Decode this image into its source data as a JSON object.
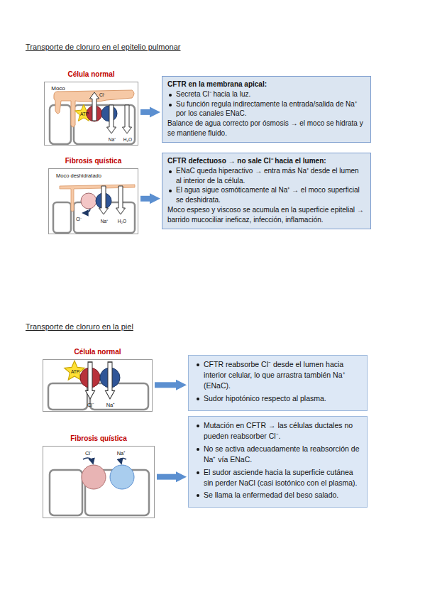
{
  "diagram": {
    "nodes": [
      {
        "text": [
          "Célula normal",
          "Moco",
          "ATP",
          "Cl⁻",
          "Na⁺",
          "H₂O"
        ]
      },
      {
        "text": [
          "CFTR en la membrana apical:",
          "Secreta Cl⁻ hacia la luz.",
          "Su función regula indirectamente la entrada/salida de Na⁺ por los canales ENaC.",
          "Balance de agua correcto por ósmosis → el moco se hidrata y se mantiene fluido."
        ]
      },
      {
        "text": [
          "Fibrosis quística",
          "Moco deshidratado",
          "Cl⁻",
          "Na⁺",
          "H₂O"
        ]
      },
      {
        "text": [
          "CFTR defectuoso → no sale Cl⁻ hacia el lumen:",
          "ENaC queda hiperactivo → entra más Na⁺ desde el lumen al interior de la célula.",
          "El agua sigue osmóticamente al Na⁺ → el moco superficial se deshidrata.",
          "Moco espeso y viscoso se acumula en la superficie epitelial → barrido mucociliar ineficaz, infección, inflamación."
        ]
      },
      {
        "text": [
          "Célula normal",
          "ATP",
          "Cl⁻",
          "Na⁺"
        ]
      },
      {
        "text": [
          "CFTR reabsorbe Cl⁻ desde el lumen hacia interior celular, lo que arrastra también Na⁺ (ENaC).",
          "Sudor hipotónico respecto al plasma."
        ]
      },
      {
        "text": [
          "Fibrosis quística",
          "Cl⁻",
          "Na⁺"
        ]
      },
      {
        "text": [
          "Mutación en CFTR → las células ductales no pueden reabsorber Cl⁻.",
          "No se activa adecuadamente la reabsorción de Na⁺ vía ENaC.",
          "El sudor asciende hacia la superficie cutánea sin perder NaCl (casi isotónico con el plasma).",
          "Se llama la enfermedad del beso salado."
        ]
      }
    ],
    "edges": [
      {
        "from": 0,
        "to": 1,
        "arrow": "to"
      },
      {
        "from": 2,
        "to": 3,
        "arrow": "to"
      },
      {
        "from": 4,
        "to": 5,
        "arrow": "to"
      },
      {
        "from": 6,
        "to": 7,
        "arrow": "to"
      }
    ],
    "labels": [
      "Transporte de cloruro en el epitelio pulmonar",
      "Transporte de cloruro en la piel"
    ]
  }
}
